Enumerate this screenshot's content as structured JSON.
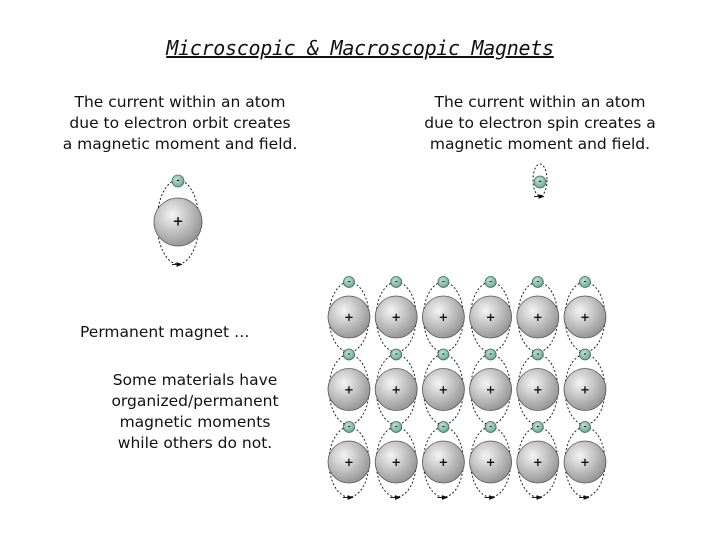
{
  "title": "Microscopic & Macroscopic Magnets",
  "orbit_caption": [
    "The current within an atom",
    "due to electron orbit creates",
    "a magnetic moment and field."
  ],
  "spin_caption": [
    "The current within an atom",
    "due to electron spin creates a",
    "magnetic moment and field."
  ],
  "permanent_label": "Permanent magnet …",
  "materials_caption": [
    "Some materials have",
    "organized/permanent",
    "magnetic moments",
    "while others do not."
  ],
  "symbols": {
    "nucleus": "+",
    "electron": "-"
  },
  "colors": {
    "nucleus_light": "#f4f4f4",
    "nucleus_dark": "#8a8a8a",
    "electron": "#5a9a86",
    "orbit": "#222222"
  },
  "lattice": {
    "rows": 3,
    "cols": 6
  }
}
